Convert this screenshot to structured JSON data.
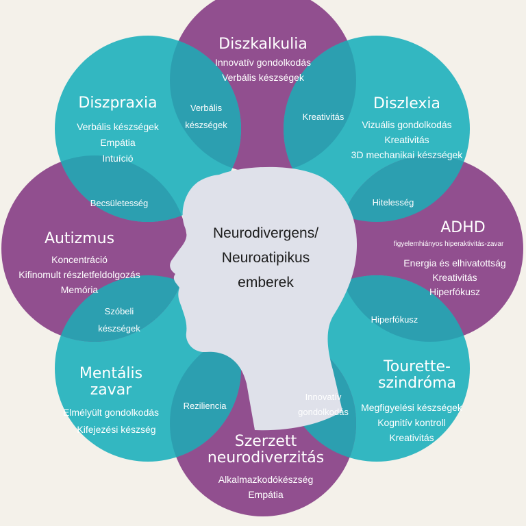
{
  "colors": {
    "background": "#f4f1ea",
    "purple": "#914f8f",
    "teal": "#33b7c1",
    "overlap": "#2c9fb0",
    "head": "#dfe1ea"
  },
  "center": {
    "line1": "Neurodivergens/",
    "line2": "Neuroatipikus",
    "line3": "emberek"
  },
  "petals": {
    "diszkalkulia": {
      "title": "Diszkalkulia",
      "items": [
        "Innovatív gondolkodás",
        "Verbális készségek"
      ]
    },
    "diszlexia": {
      "title": "Diszlexia",
      "items": [
        "Vizuális gondolkodás",
        "Kreativitás",
        "3D mechanikai készségek"
      ]
    },
    "adhd": {
      "title": "ADHD",
      "subtitle": "figyelemhiányos hiperaktivitás-zavar",
      "items": [
        "Energia és elhivatottság",
        "Kreativitás",
        "Hiperfókusz"
      ]
    },
    "tourette": {
      "title_line1": "Tourette-",
      "title_line2": "szindróma",
      "items": [
        "Megfigyelési készségek",
        "Kognitív kontroll",
        "Kreativitás"
      ]
    },
    "szerzett": {
      "title_line1": "Szerzett",
      "title_line2": "neurodiverzitás",
      "items": [
        "Alkalmazkodókészség",
        "Empátia"
      ]
    },
    "mentalis": {
      "title_line1": "Mentális",
      "title_line2": "zavar",
      "items": [
        "Elmélyült gondolkodás",
        "Kifejezési készség"
      ]
    },
    "autizmus": {
      "title": "Autizmus",
      "items": [
        "Koncentráció",
        "Kifinomult részletfeldolgozás",
        "Memória"
      ]
    },
    "diszpraxia": {
      "title": "Diszpraxia",
      "items": [
        "Verbális készségek",
        "Empátia",
        "Intuíció"
      ]
    }
  },
  "overlaps": {
    "diszpraxia_diszkalkulia": [
      "Verbális",
      "készségek"
    ],
    "diszkalkulia_diszlexia": [
      "Kreativitás"
    ],
    "diszlexia_adhd": [
      "Hitelesség"
    ],
    "adhd_tourette": [
      "Hiperfókusz"
    ],
    "tourette_szerzett": [
      "Innovatív",
      "gondolkodás"
    ],
    "szerzett_mentalis": [
      "Reziliencia"
    ],
    "mentalis_autizmus": [
      "Szóbeli",
      "készségek"
    ],
    "autizmus_diszpraxia": [
      "Becsületesség"
    ]
  }
}
